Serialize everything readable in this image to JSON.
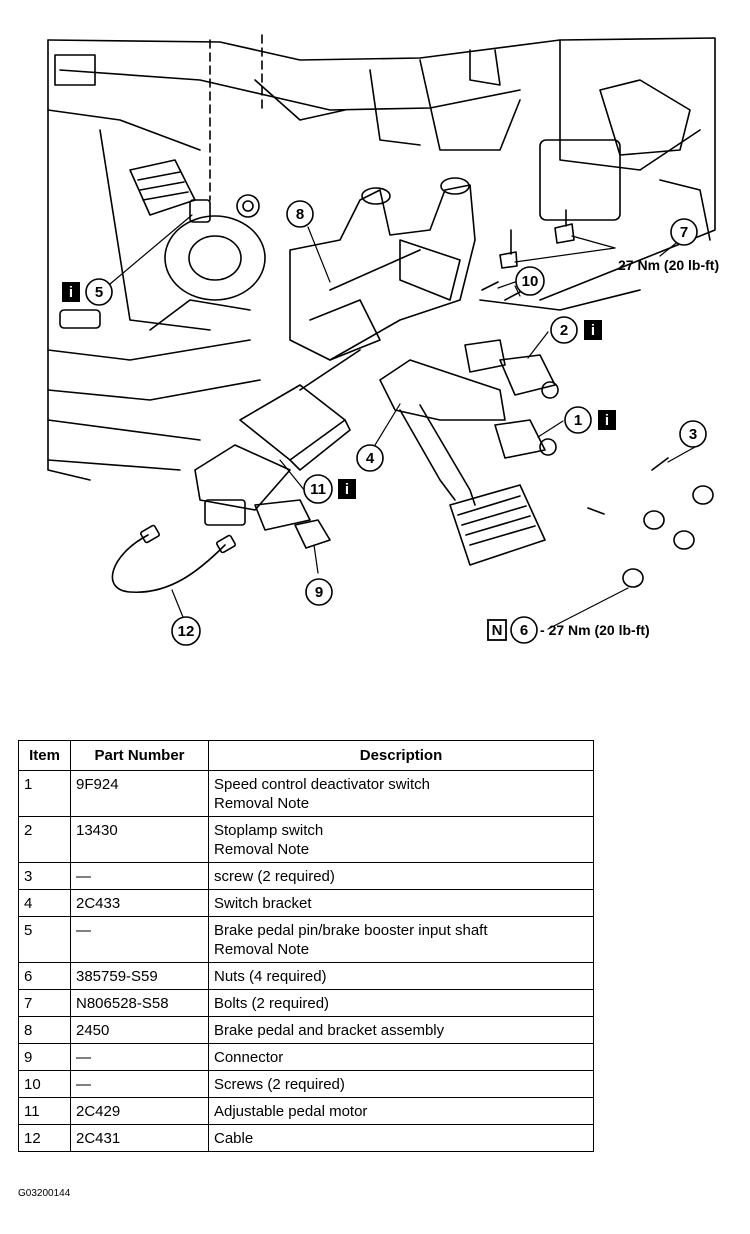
{
  "callouts": [
    "1",
    "2",
    "3",
    "4",
    "5",
    "6",
    "7",
    "8",
    "9",
    "10",
    "11",
    "12"
  ],
  "torque_spec_bolts": "27 Nm (20 lb-ft)",
  "torque_spec_nuts": "27 Nm (20 lb-ft)",
  "info_icon_glyph": "i",
  "new_part_glyph": "N",
  "table": {
    "headers": [
      "Item",
      "Part Number",
      "Description"
    ],
    "rows": [
      {
        "item": "1",
        "part": "9F924",
        "desc": [
          "Speed control deactivator switch",
          "Removal Note"
        ]
      },
      {
        "item": "2",
        "part": "13430",
        "desc": [
          "Stoplamp switch",
          "Removal Note"
        ]
      },
      {
        "item": "3",
        "part": "—",
        "desc": [
          "screw (2 required)"
        ]
      },
      {
        "item": "4",
        "part": "2C433",
        "desc": [
          "Switch bracket"
        ]
      },
      {
        "item": "5",
        "part": "—",
        "desc": [
          "Brake pedal pin/brake booster input shaft",
          "Removal Note"
        ]
      },
      {
        "item": "6",
        "part": "385759-S59",
        "desc": [
          "Nuts (4 required)"
        ]
      },
      {
        "item": "7",
        "part": "N806528-S58",
        "desc": [
          "Bolts (2 required)"
        ]
      },
      {
        "item": "8",
        "part": "2450",
        "desc": [
          "Brake pedal and bracket assembly"
        ]
      },
      {
        "item": "9",
        "part": "—",
        "desc": [
          "Connector"
        ]
      },
      {
        "item": "10",
        "part": "—",
        "desc": [
          "Screws (2 required)"
        ]
      },
      {
        "item": "11",
        "part": "2C429",
        "desc": [
          "Adjustable pedal motor"
        ]
      },
      {
        "item": "12",
        "part": "2C431",
        "desc": [
          "Cable"
        ]
      }
    ]
  },
  "figure_code": "G03200144"
}
